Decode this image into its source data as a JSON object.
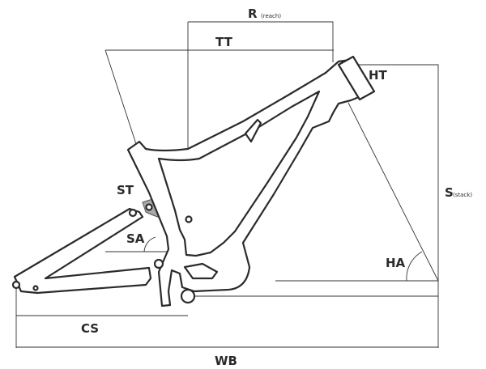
{
  "labels": {
    "reach": "R",
    "reach_sub": "(reach)",
    "top_tube": "TT",
    "head_tube": "HT",
    "stack": "S",
    "stack_sub": "(stack)",
    "seat_tube": "ST",
    "seat_angle": "SA",
    "head_angle": "HA",
    "chainstay": "CS",
    "wheelbase": "WB"
  },
  "colors": {
    "line": "#333333",
    "frame_stroke": "#2b2b2b",
    "shock_fill": "#9a9a9a"
  }
}
